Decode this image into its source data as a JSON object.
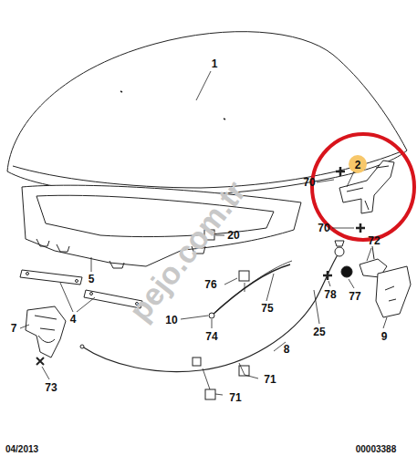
{
  "diagram": {
    "labels": [
      "1",
      "2",
      "70",
      "70",
      "72",
      "20",
      "5",
      "4",
      "76",
      "75",
      "78",
      "77",
      "9",
      "10",
      "74",
      "25",
      "8",
      "7",
      "73",
      "71",
      "71",
      "pejo.com.tr",
      "04/2013",
      "00003388"
    ]
  }
}
